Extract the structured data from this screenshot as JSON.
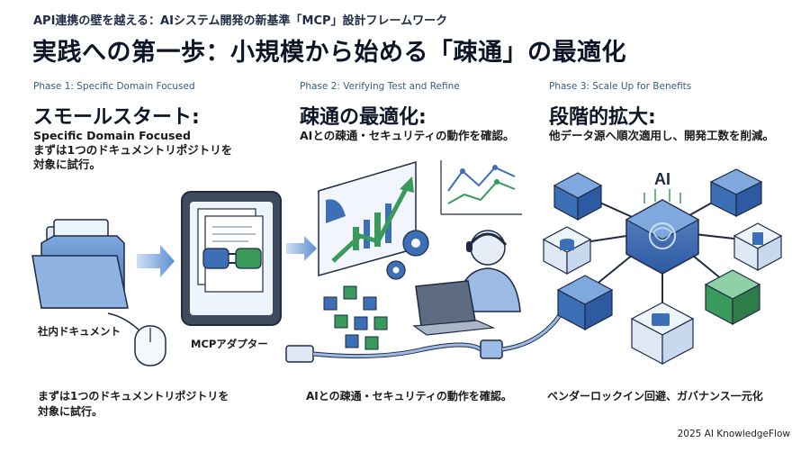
{
  "header": {
    "subtitle": "API連携の壁を越える：AIシステム開発の新基準「MCP」設計フレームワーク",
    "title": "実践への第一歩：小規模から始める「疎通」の最適化"
  },
  "phases": [
    {
      "label": "Phase 1: Specific Domain Focused",
      "heading": "スモールスタート:",
      "heading_en": "Specific Domain Focused",
      "desc_line1": "まずは1つのドキュメントリポジトリを",
      "desc_line2": "対象に試行。",
      "bottom_line1": "まずは1つのドキュメントリポジトリを",
      "bottom_line2": "対象に試行。"
    },
    {
      "label": "Phase 2: Verifying Test and Refine",
      "heading": "疎通の最適化:",
      "desc_line1": "AIとの疎通・セキュリティの動作を確認。",
      "bottom_line1": "AIとの疎通・セキュリティの動作を確認。"
    },
    {
      "label": "Phase 3: Scale Up for Benefits",
      "heading": "段階的拡大:",
      "desc_line1": "他データ源へ順次適用し、開発工数を削減。",
      "bottom_line1": "ベンダーロックイン回避、ガバナンス一元化"
    }
  ],
  "captions": {
    "documents": "社内ドキュメント",
    "adapter": "MCPアダプター",
    "ai_badge": "AI"
  },
  "footer": {
    "credit": "2025 AI KnowledgeFlow"
  },
  "colors": {
    "primary_blue": "#3d6fb6",
    "light_blue": "#a9c8ec",
    "accent_green": "#3a9a5b",
    "dark_navy": "#0d1526"
  }
}
